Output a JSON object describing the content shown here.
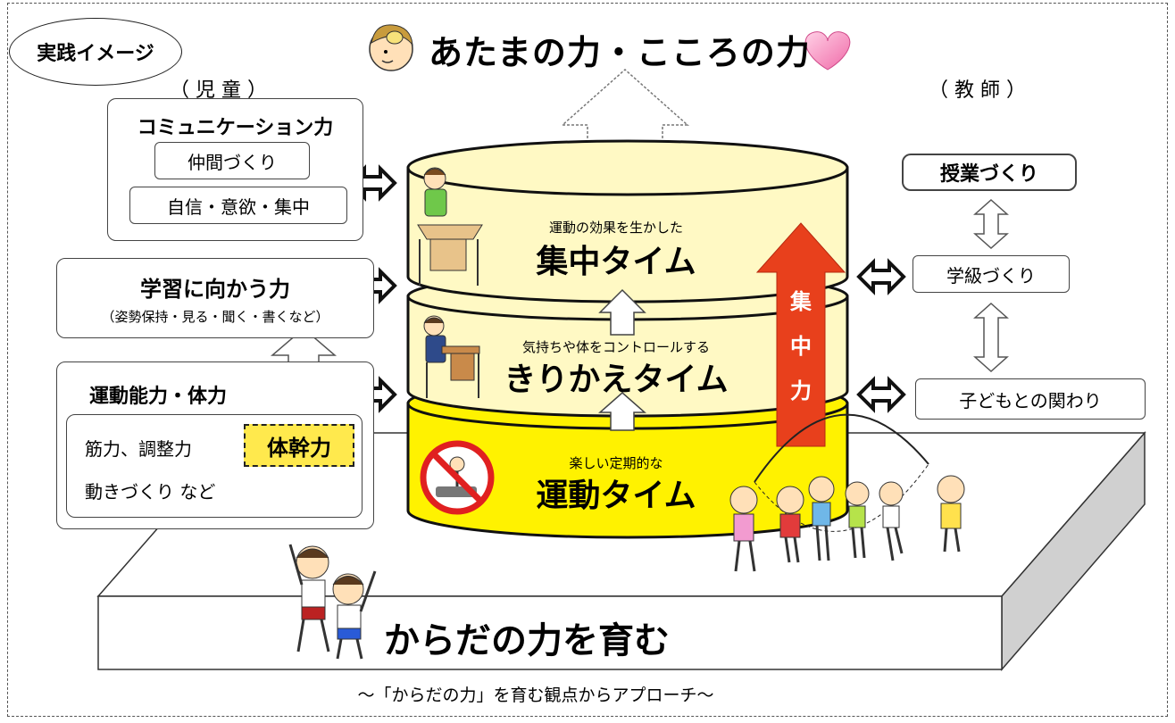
{
  "badge": "実践イメージ",
  "title": "あたまの力・こころの力",
  "child_heading": "（ 児 童 ）",
  "teacher_heading": "（ 教 師 ）",
  "communication": {
    "title": "コミュニケーション力",
    "item1": "仲間づくり",
    "item2": "自信・意欲・集中"
  },
  "learning": {
    "title": "学習に向かう力",
    "sub": "（姿勢保持・見る・聞く・書くなど）"
  },
  "motor": {
    "title": "運動能力・体力",
    "line1": "筋力、調整力",
    "highlight": "体幹力",
    "line2": "動きづくり など"
  },
  "tiers": {
    "top_sub": "運動の効果を生かした",
    "top_main": "集中タイム",
    "mid_sub": "気持ちや体をコントロールする",
    "mid_main": "きりかえタイム",
    "bottom_sub": "楽しい定期的な",
    "bottom_main": "運動タイム"
  },
  "focus_arrow": [
    "集",
    "中",
    "力"
  ],
  "teacher": {
    "lesson": "授業づくり",
    "class": "学級づくり",
    "relation": "子どもとの関わり"
  },
  "platform_label": "からだの力を育む",
  "footer": "～「からだの力」を育む観点からアプローチ～",
  "colors": {
    "tier_light": "#fff9c4",
    "tier_bottom": "#fff200",
    "focus_arrow": "#e8401c",
    "highlight": "#ffe94d"
  }
}
